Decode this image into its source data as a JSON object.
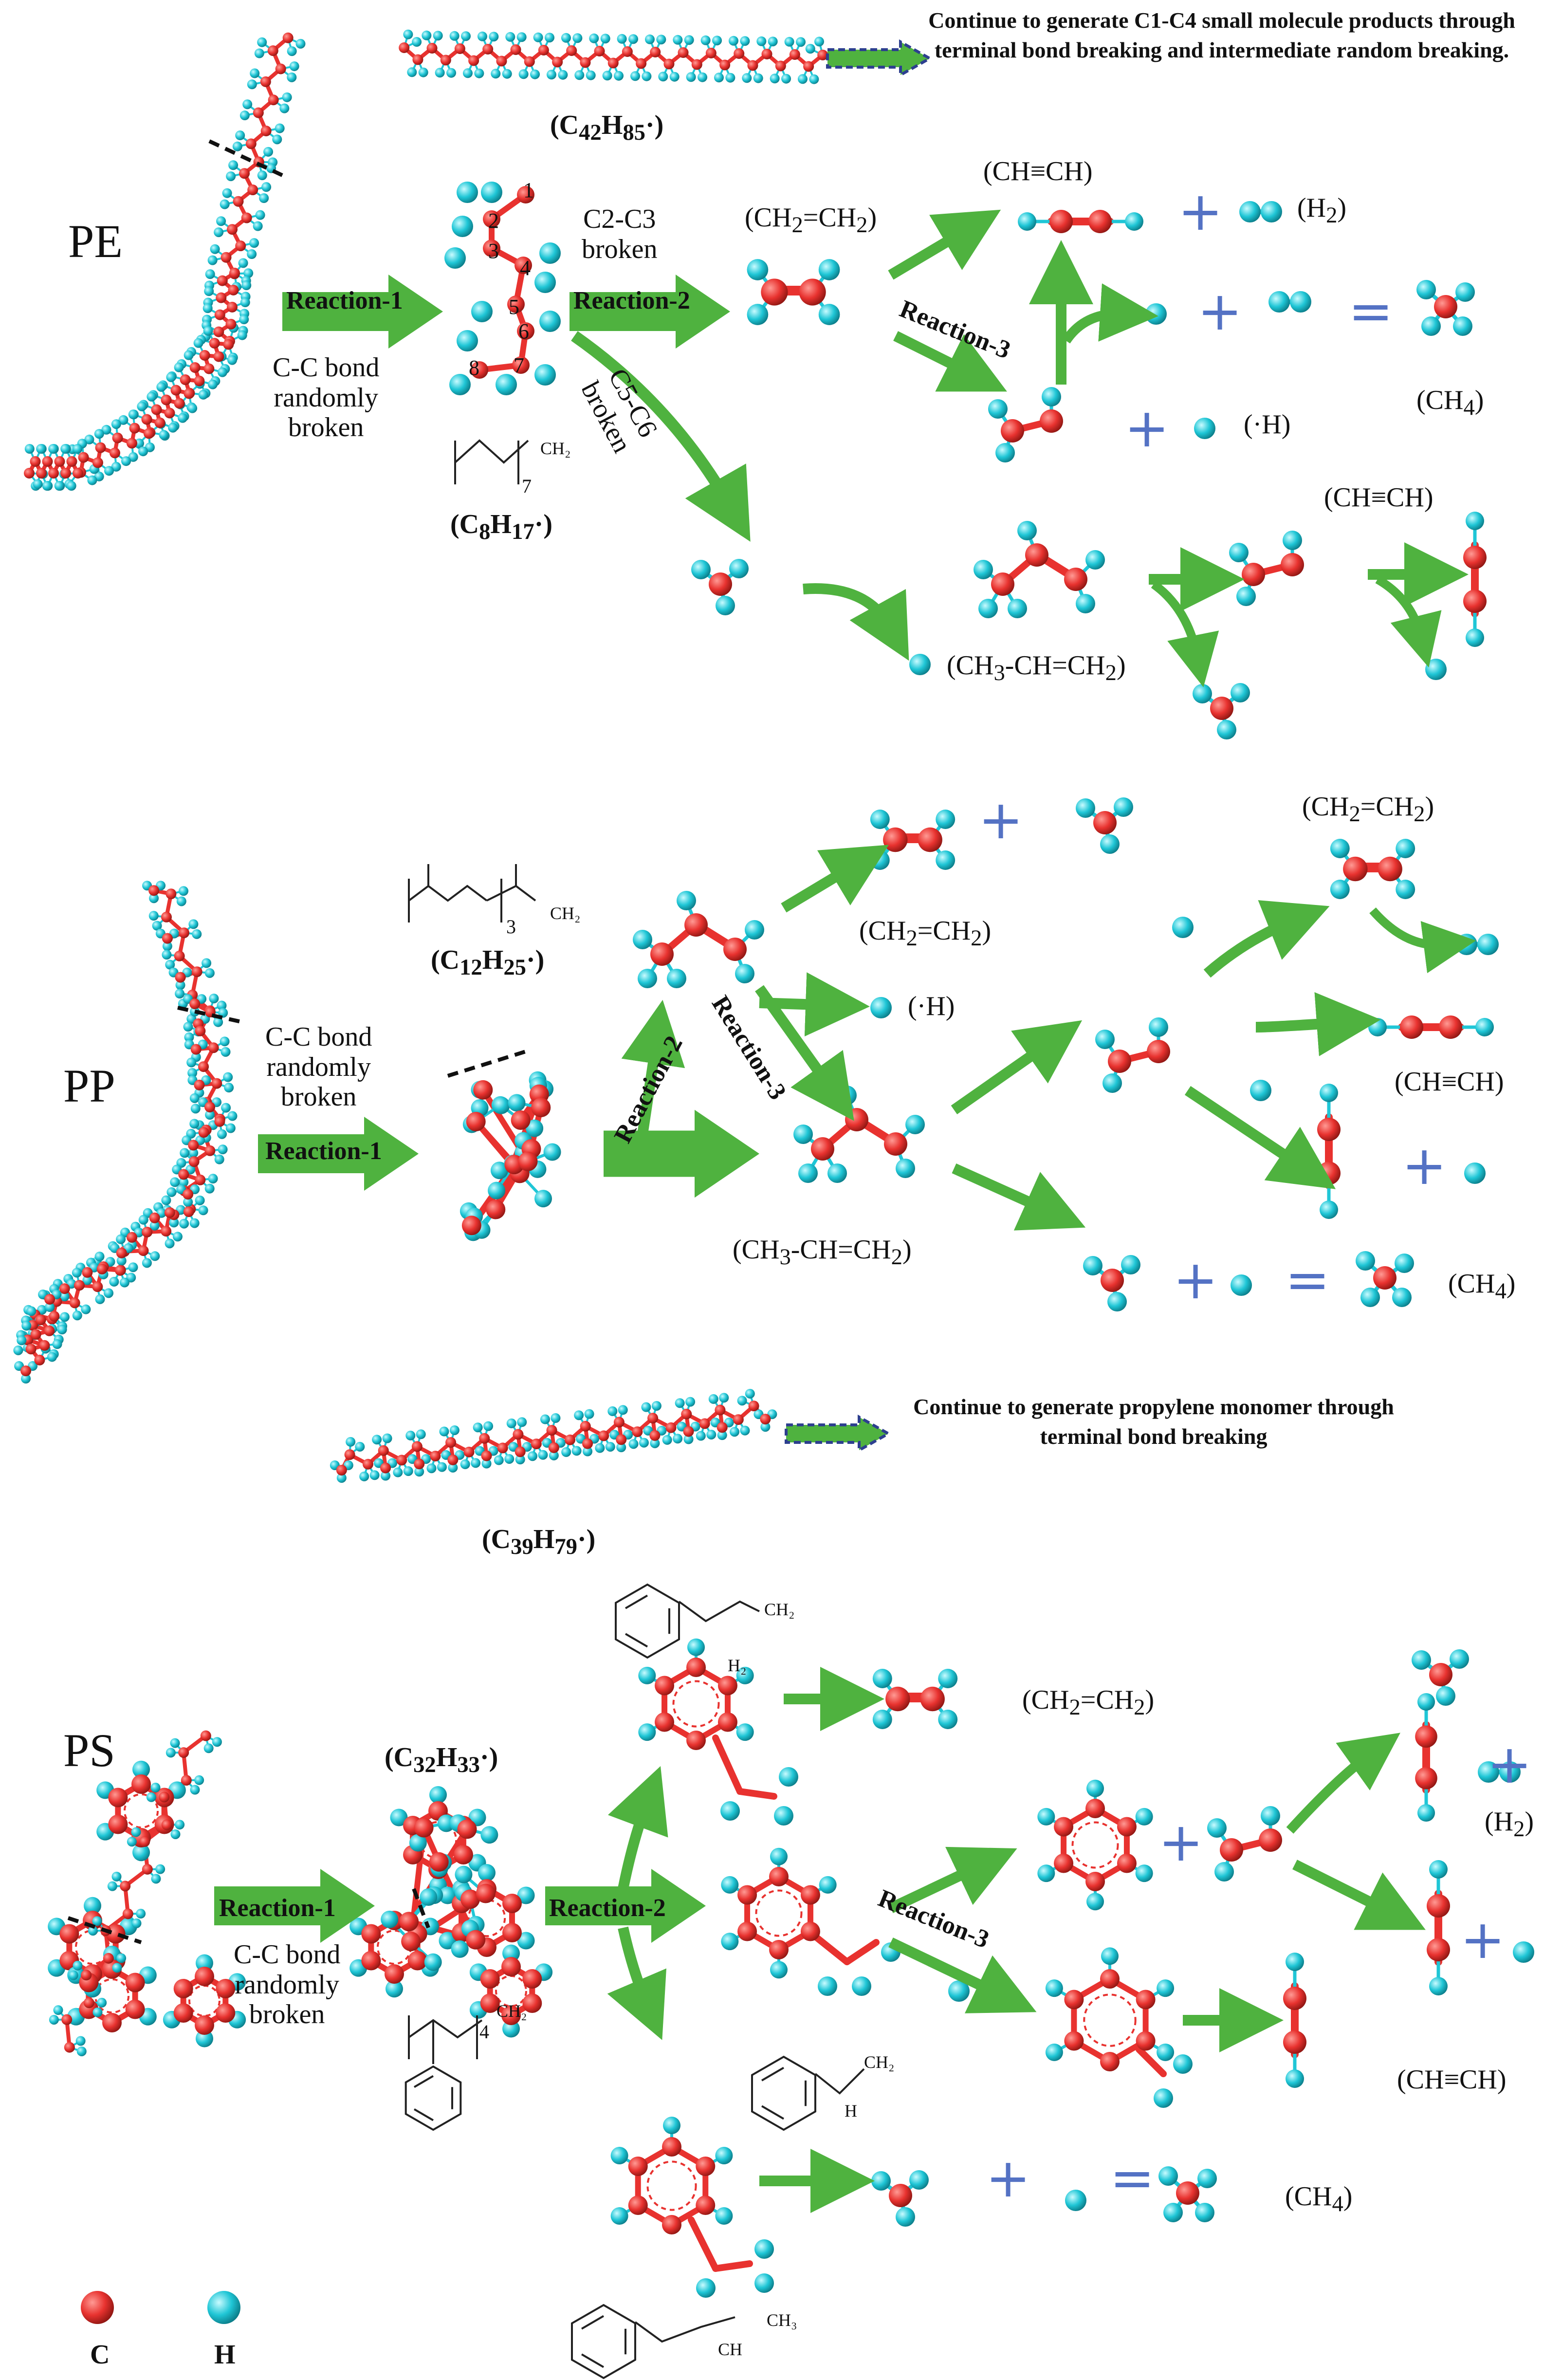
{
  "sections": {
    "pe": "PE",
    "pp": "PP",
    "ps": "PS"
  },
  "notes": {
    "pe_continue": "Continue to generate C1-C4 small molecule products through terminal bond breaking and intermediate random breaking.",
    "pp_continue": "Continue to generate propylene monomer through terminal bond breaking"
  },
  "reactions": {
    "r1": "Reaction-1",
    "r2": "Reaction-2",
    "r3": "Reaction-3"
  },
  "break_labels": {
    "cc_random": [
      "C-C bond",
      "randomly",
      "broken"
    ],
    "c2c3": [
      "C2-C3",
      "broken"
    ],
    "c5c6": [
      "C5-C6",
      "broken"
    ]
  },
  "formulas": {
    "c42": [
      "(C",
      "42",
      "H",
      "85",
      "·)"
    ],
    "c8": [
      "(C",
      "8",
      "H",
      "17",
      "·)"
    ],
    "c12": [
      "(C",
      "12",
      "H",
      "25",
      "·)"
    ],
    "c39": [
      "(C",
      "39",
      "H",
      "79",
      "·)"
    ],
    "c32": [
      "(C",
      "32",
      "H",
      "33",
      "·)"
    ]
  },
  "products": {
    "ethylene": [
      "(CH",
      "2",
      "=CH",
      "2",
      ")"
    ],
    "acetylene": "(CH≡CH)",
    "hydrogen": [
      "(H",
      "2",
      ")"
    ],
    "methane": [
      "(CH",
      "4",
      ")"
    ],
    "h_radical": "(·H)",
    "propylene": [
      "(CH",
      "3",
      "-CH=CH",
      "2",
      ")"
    ]
  },
  "operators": {
    "plus": "+",
    "equals": "="
  },
  "atom_numbers": [
    "1",
    "2",
    "3",
    "4",
    "5",
    "6",
    "7",
    "8"
  ],
  "structure_labels": {
    "ch2": "CH₂",
    "ch3": "CH₃",
    "h2": "H₂",
    "ch": "CH",
    "h": "H",
    "repeat_c8": "7",
    "repeat_c12": "3",
    "repeat_c32": "4"
  },
  "legend": {
    "c": "C",
    "h": "H"
  },
  "colors": {
    "carbon": "#e8322f",
    "hydrogen": "#1fc6d6",
    "arrow_green": "#4fb23f",
    "plus_blue": "#5472c4",
    "dashed_arrow_fill": "#4fb23f",
    "dashed_arrow_border": "#2d3f8f"
  }
}
